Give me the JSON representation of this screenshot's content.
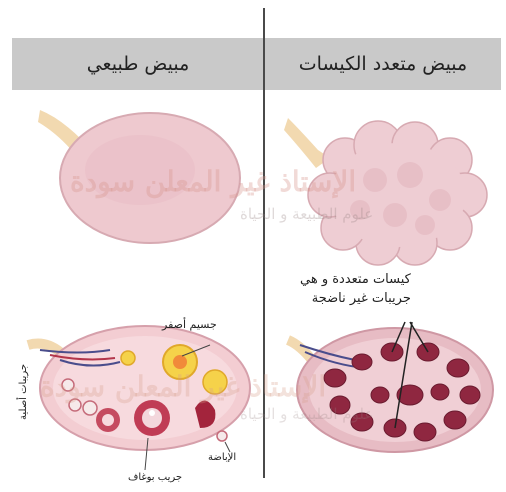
{
  "headers": {
    "normal": "مبيض طبيعي",
    "pcos": "مبيض متعدد الكيسات"
  },
  "labels": {
    "pcos_line1": "كيسات متعددة و هي",
    "pcos_line2": "جريبات غير ناضجة",
    "corpus_luteum": "جسيم أصفر",
    "ovulation": "الإباضة",
    "dominant_follicle": "جريب بوغاف",
    "primary_follicles": "جريبات أصلية"
  },
  "watermark": {
    "main": "الإستاذ غير المعلن سودة",
    "sub": "علوم الطبيعة و الحياة"
  },
  "colors": {
    "header_bg": "#c9c9c9",
    "ovary_pink": "#eec9cf",
    "follicle_red": "#b0304a",
    "corpus_yellow": "#f5d24a",
    "ligament": "#f2d9b0"
  }
}
